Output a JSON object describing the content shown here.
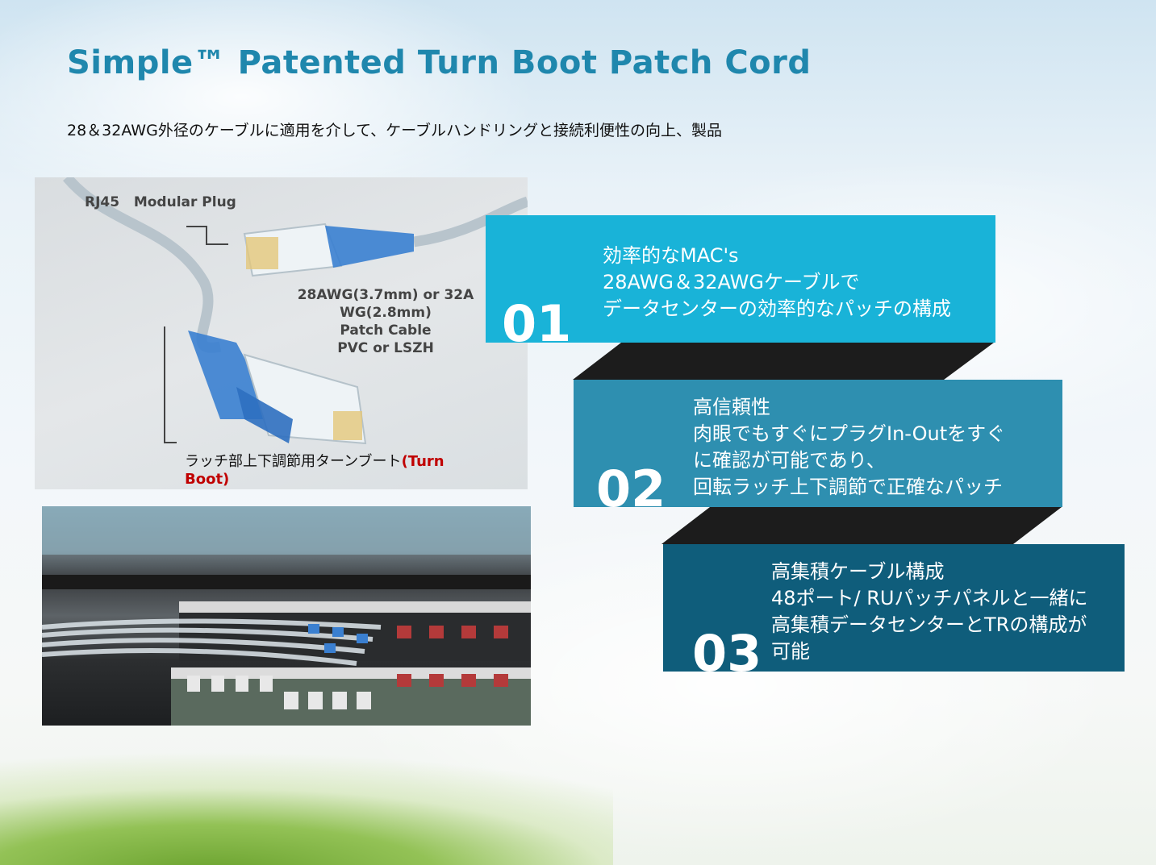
{
  "title": "Simple™ Patented Turn Boot Patch Cord",
  "subtitle": "28＆32AWG外径のケーブルに適用を介して、ケーブルハンドリングと接続利便性の向上、製品",
  "photo1": {
    "rj45_label": "RJ45   Modular Plug",
    "cable_label": [
      "28AWG(3.7mm) or 32A",
      "WG(2.8mm)",
      "Patch Cable",
      "PVC or LSZH"
    ],
    "boot_label_main": "ラッチ部上下調節用ターンブート",
    "boot_label_highlight": "(Turn Boot)"
  },
  "features": [
    {
      "number": "01",
      "lines": [
        "効率的なMAC's",
        "28AWG＆32AWGケーブルで",
        "データセンターの効率的なパッチの構成"
      ]
    },
    {
      "number": "02",
      "lines": [
        "高信頼性",
        "肉眼でもすぐにプラグIn-Outをすぐ",
        "に確認が可能であり、",
        "回転ラッチ上下調節で正確なパッチ"
      ]
    },
    {
      "number": "03",
      "lines": [
        "高集積ケーブル構成",
        "48ポート/ RUパッチパネルと一緒に",
        "高集積データセンターとTRの構成が",
        "可能"
      ]
    }
  ],
  "colors": {
    "title": "#1f87ad",
    "box1": "#19b3d8",
    "box2": "#2e8fb0",
    "box3": "#0f5d7b",
    "connector": "#1c1c1c",
    "highlight": "#c00000"
  }
}
